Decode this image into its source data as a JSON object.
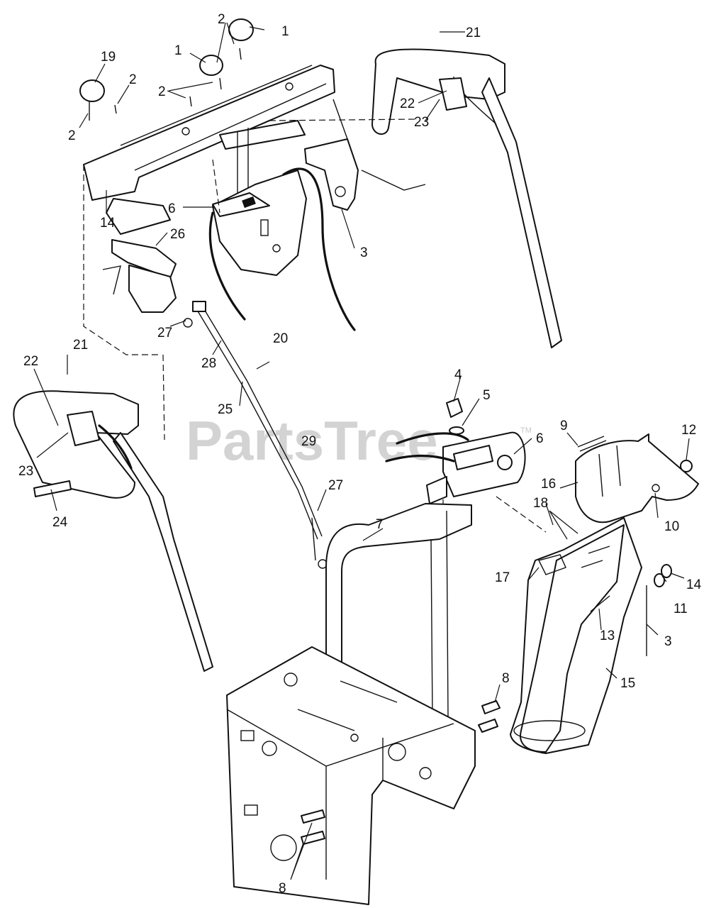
{
  "watermark": {
    "brand": "PartsTree",
    "trademark": "TM"
  },
  "callouts": [
    {
      "key": "c1a",
      "label": "1"
    },
    {
      "key": "c1b",
      "label": "1"
    },
    {
      "key": "c2a",
      "label": "2"
    },
    {
      "key": "c2b",
      "label": "2"
    },
    {
      "key": "c2c",
      "label": "2"
    },
    {
      "key": "c2d",
      "label": "2"
    },
    {
      "key": "c3a",
      "label": "3"
    },
    {
      "key": "c3b",
      "label": "3"
    },
    {
      "key": "c4",
      "label": "4"
    },
    {
      "key": "c5",
      "label": "5"
    },
    {
      "key": "c6a",
      "label": "6"
    },
    {
      "key": "c6b",
      "label": "6"
    },
    {
      "key": "c7",
      "label": "7"
    },
    {
      "key": "c8a",
      "label": "8"
    },
    {
      "key": "c8b",
      "label": "8"
    },
    {
      "key": "c9",
      "label": "9"
    },
    {
      "key": "c10",
      "label": "10"
    },
    {
      "key": "c11",
      "label": "11"
    },
    {
      "key": "c12",
      "label": "12"
    },
    {
      "key": "c13",
      "label": "13"
    },
    {
      "key": "c14a",
      "label": "14"
    },
    {
      "key": "c14b",
      "label": "14"
    },
    {
      "key": "c15",
      "label": "15"
    },
    {
      "key": "c16",
      "label": "16"
    },
    {
      "key": "c17",
      "label": "17"
    },
    {
      "key": "c18",
      "label": "18"
    },
    {
      "key": "c19",
      "label": "19"
    },
    {
      "key": "c20",
      "label": "20"
    },
    {
      "key": "c21a",
      "label": "21"
    },
    {
      "key": "c21b",
      "label": "21"
    },
    {
      "key": "c22a",
      "label": "22"
    },
    {
      "key": "c22b",
      "label": "22"
    },
    {
      "key": "c23a",
      "label": "23"
    },
    {
      "key": "c23b",
      "label": "23"
    },
    {
      "key": "c24",
      "label": "24"
    },
    {
      "key": "c25",
      "label": "25"
    },
    {
      "key": "c26",
      "label": "26"
    },
    {
      "key": "c27a",
      "label": "27"
    },
    {
      "key": "c27b",
      "label": "27"
    },
    {
      "key": "c28",
      "label": "28"
    },
    {
      "key": "c29",
      "label": "29"
    }
  ]
}
